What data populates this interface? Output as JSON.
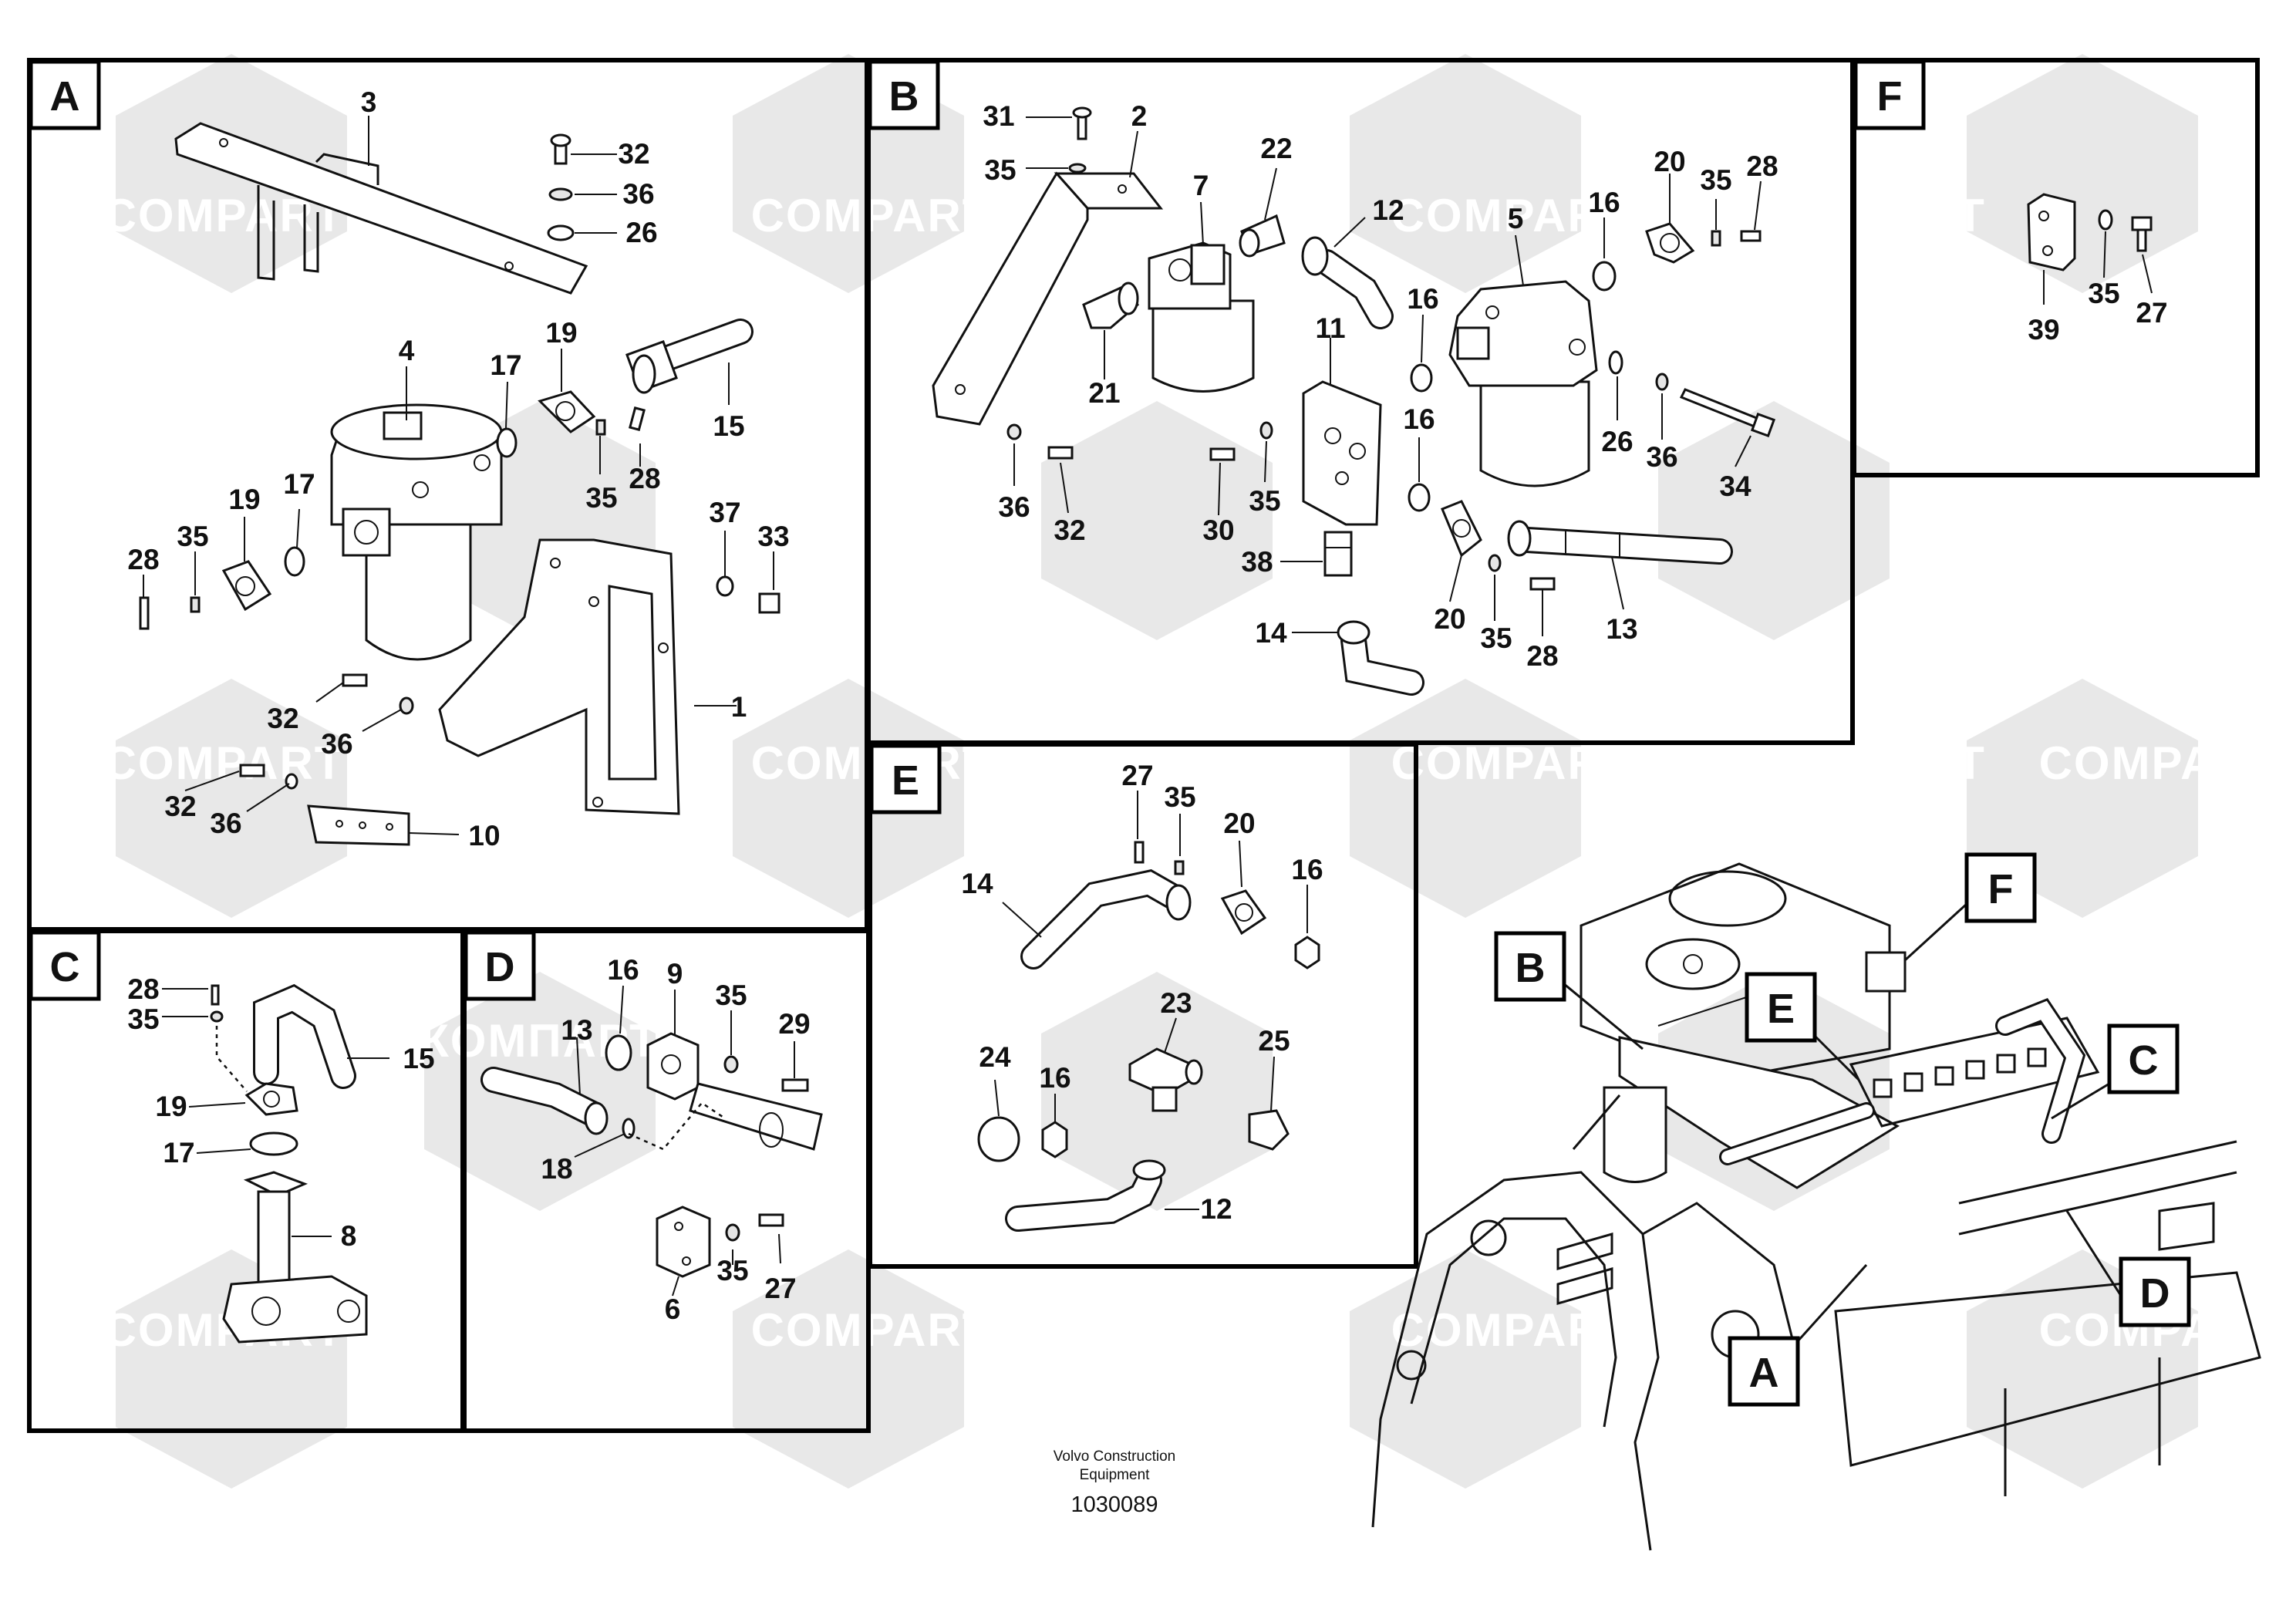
{
  "panels": {
    "A": {
      "label": "A",
      "callouts": [
        "3",
        "32",
        "36",
        "26",
        "4",
        "17",
        "19",
        "15",
        "28",
        "35",
        "37",
        "33",
        "1",
        "19",
        "35",
        "17",
        "28",
        "32",
        "36",
        "32",
        "36",
        "10"
      ]
    },
    "B": {
      "label": "B",
      "callouts": [
        "31",
        "2",
        "35",
        "7",
        "22",
        "12",
        "20",
        "35",
        "28",
        "16",
        "5",
        "16",
        "11",
        "21",
        "26",
        "16",
        "36",
        "32",
        "30",
        "35",
        "36",
        "34",
        "38",
        "20",
        "35",
        "28",
        "13",
        "14"
      ]
    },
    "C": {
      "label": "C",
      "callouts": [
        "28",
        "35",
        "15",
        "19",
        "17",
        "8"
      ]
    },
    "D": {
      "label": "D",
      "callouts": [
        "16",
        "9",
        "35",
        "29",
        "13",
        "18",
        "6",
        "35",
        "27"
      ]
    },
    "E": {
      "label": "E",
      "callouts": [
        "27",
        "35",
        "20",
        "14",
        "16",
        "23",
        "25",
        "24",
        "16",
        "12"
      ]
    },
    "F": {
      "label": "F",
      "callouts": [
        "39",
        "35",
        "27"
      ]
    }
  },
  "overview": {
    "labels": [
      "B",
      "E",
      "F",
      "C",
      "D",
      "A"
    ]
  },
  "watermark": {
    "words": [
      "COMPART",
      "КОМПАРТ"
    ]
  },
  "footer": {
    "line1": "Volvo Construction",
    "line2": "Equipment",
    "drawing_number": "1030089"
  },
  "colors": {
    "ink": "#111111",
    "watermark_shape": "#e8e8e8",
    "background": "#ffffff"
  }
}
